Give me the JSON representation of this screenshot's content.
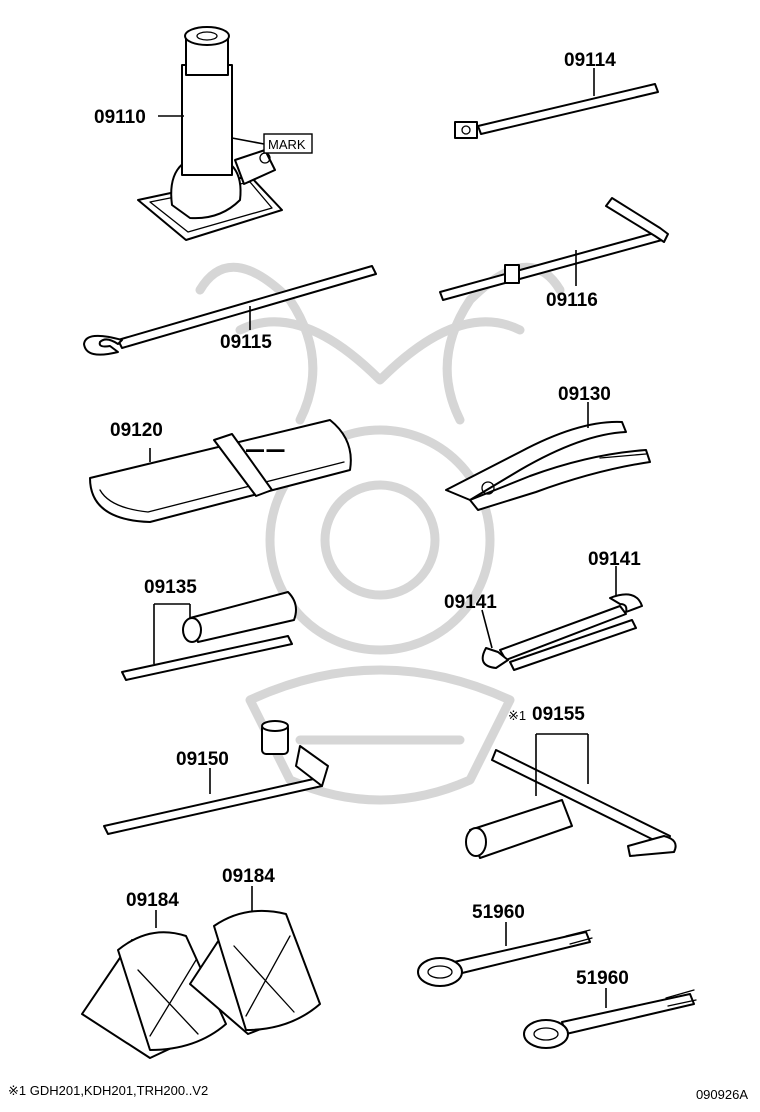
{
  "diagram": {
    "labels": {
      "jack": "09110",
      "mark": "MARK",
      "handle_rod": "09114",
      "jack_handle": "09115",
      "extension": "09116",
      "tool_bag": "09120",
      "pliers": "09130",
      "screwdriver": "09135",
      "wrench_a": "09141",
      "wrench_b": "09141",
      "wheel_nut_wrench": "09150",
      "ref_mark": "※1",
      "socket_wrench": "09155",
      "chock_a": "09184",
      "chock_b": "09184",
      "towing_eye_a": "51960",
      "towing_eye_b": "51960"
    },
    "footnote": "※1 GDH201,KDH201,TRH200..V2",
    "figure_code": "090926A"
  }
}
